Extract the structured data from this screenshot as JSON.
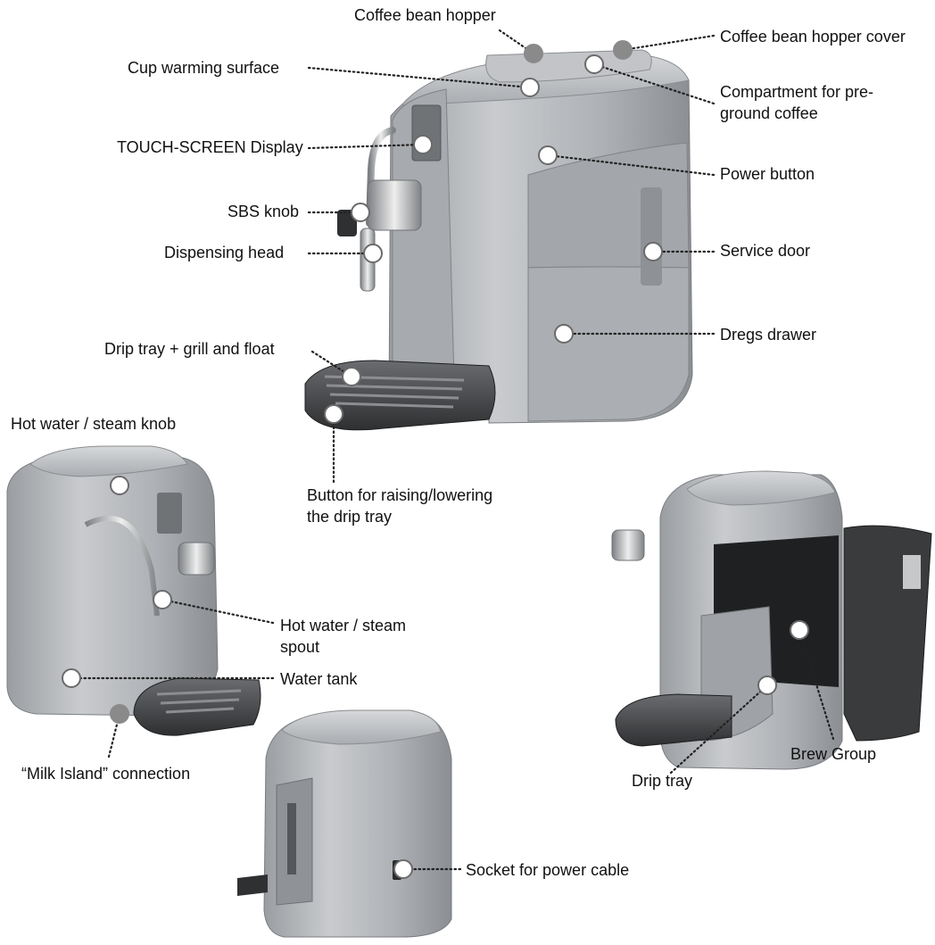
{
  "labels": {
    "coffee_bean_hopper": "Coffee bean hopper",
    "coffee_bean_hopper_cover": "Coffee bean hopper cover",
    "cup_warming_surface": "Cup warming surface",
    "compartment_line1": "Compartment for pre-",
    "compartment_line2": "ground coffee",
    "touch_screen_display": "TOUCH-SCREEN Display",
    "power_button": "Power button",
    "sbs_knob": "SBS knob",
    "dispensing_head": "Dispensing head",
    "service_door": "Service door",
    "dregs_drawer": "Dregs drawer",
    "drip_tray_grill_float": "Drip tray + grill and float",
    "hot_water_steam_knob": "Hot water / steam knob",
    "raise_lower_line1": "Button for raising/lowering",
    "raise_lower_line2": "the drip tray",
    "hot_water_spout_line1": "Hot water  / steam",
    "hot_water_spout_line2": "spout",
    "water_tank": "Water tank",
    "milk_island": "“Milk Island” connection",
    "brew_group": "Brew Group",
    "drip_tray": "Drip tray",
    "socket_power_cable": "Socket for power cable"
  },
  "colors": {
    "machine_silver": "#b4b6b9",
    "machine_dark": "#8d9094",
    "tray_dark": "#3a3b3d",
    "marker_filled": "#8a8a8a",
    "marker_hollow": "#ffffff",
    "leader_line": "#222222"
  }
}
